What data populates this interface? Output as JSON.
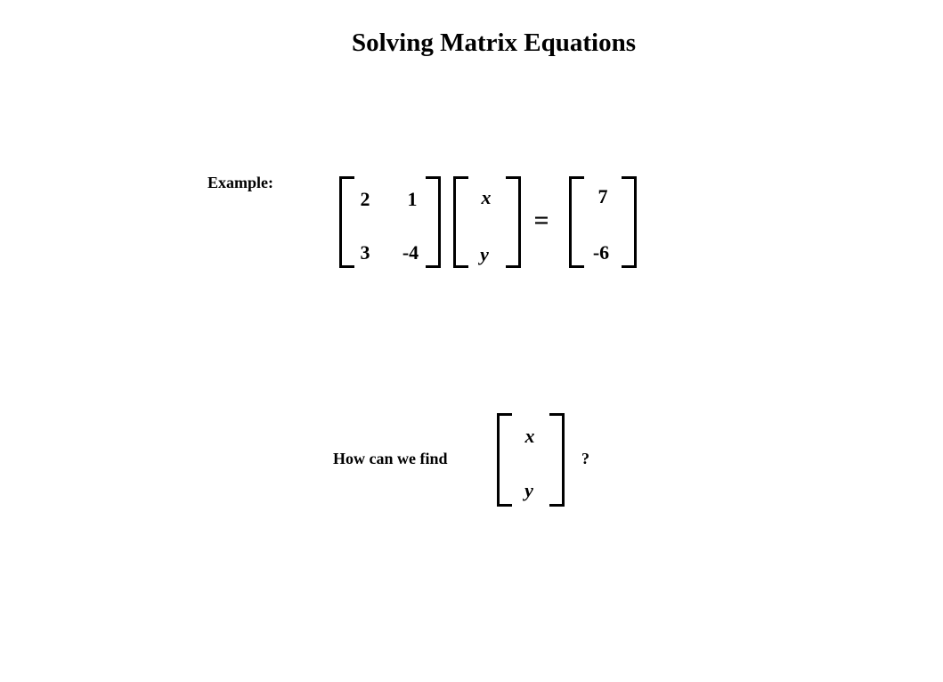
{
  "title": "Solving Matrix Equations",
  "example_label": "Example:",
  "matrix_a": [
    [
      "2",
      "1"
    ],
    [
      "3",
      "-4"
    ]
  ],
  "vector_x": [
    "x",
    "y"
  ],
  "equals": "=",
  "vector_b": [
    "7",
    "-6"
  ],
  "question": {
    "prefix": "How can we find",
    "vector": [
      "x",
      "y"
    ],
    "suffix": "?"
  }
}
